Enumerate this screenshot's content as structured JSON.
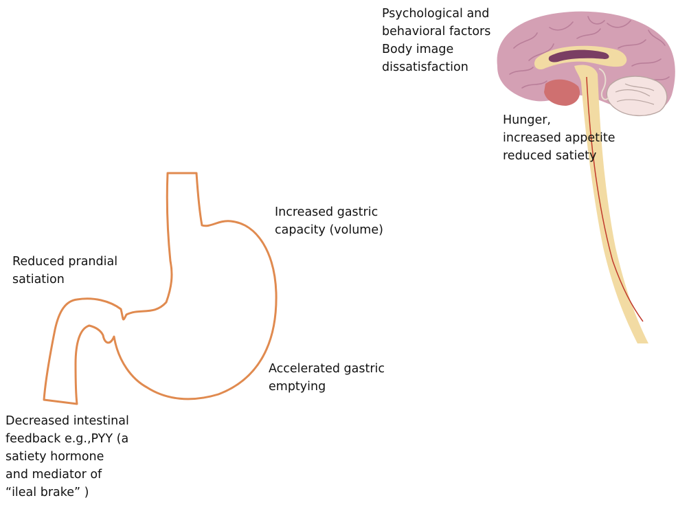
{
  "labels": {
    "psych": [
      "Psychological and",
      "behavioral factors",
      "Body image",
      "dissatisfaction"
    ],
    "hunger": [
      "Hunger,",
      "increased appetite",
      "reduced satiety"
    ],
    "capacity": [
      "Increased gastric",
      "capacity (volume)"
    ],
    "satiation": [
      "Reduced prandial",
      "satiation"
    ],
    "emptying": [
      "Accelerated gastric",
      "emptying"
    ],
    "feedback": [
      "Decreased intestinal",
      "feedback e.g.,PYY (a",
      "satiety hormone",
      "and mediator of",
      "“ileal brake” )"
    ]
  },
  "colors": {
    "stomach_outline": "#e08a4f",
    "cerebrum": "#d4a0b4",
    "cerebrum_folds": "#b97e99",
    "brainstem": "#f2dba3",
    "cerebellum": "#f5e3e1",
    "hypothalamus": "#cf7070",
    "nerve": "#c0392b"
  }
}
